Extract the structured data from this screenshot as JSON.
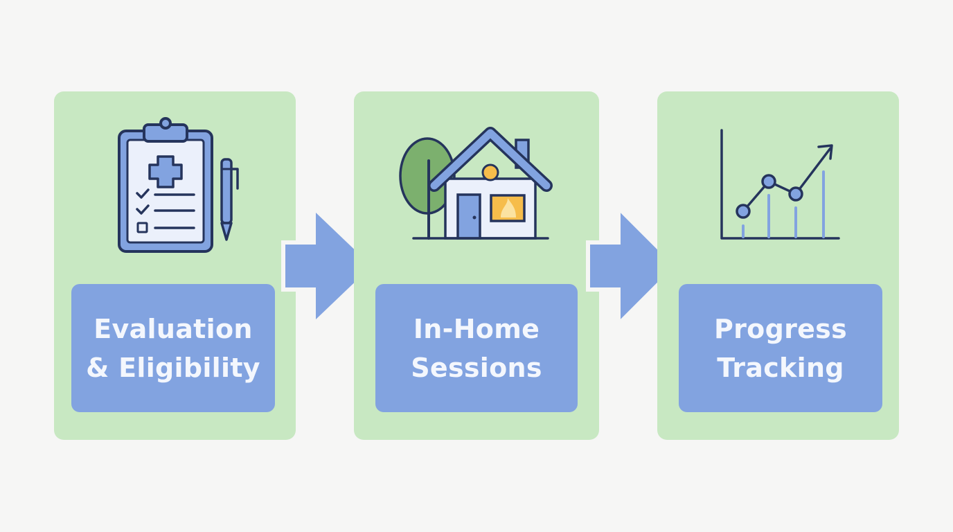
{
  "steps": [
    {
      "line1": "Evaluation",
      "line2": "& Eligibility",
      "icon": "clipboard-icon"
    },
    {
      "line1": "In-Home",
      "line2": "Sessions",
      "icon": "house-icon"
    },
    {
      "line1": "Progress",
      "line2": "Tracking",
      "icon": "chart-icon"
    }
  ],
  "colors": {
    "background": "#f6f6f5",
    "card": "#c8e8c2",
    "label_box": "#82a3e0",
    "arrow": "#82a3e0",
    "icon_stroke": "#25345c"
  }
}
